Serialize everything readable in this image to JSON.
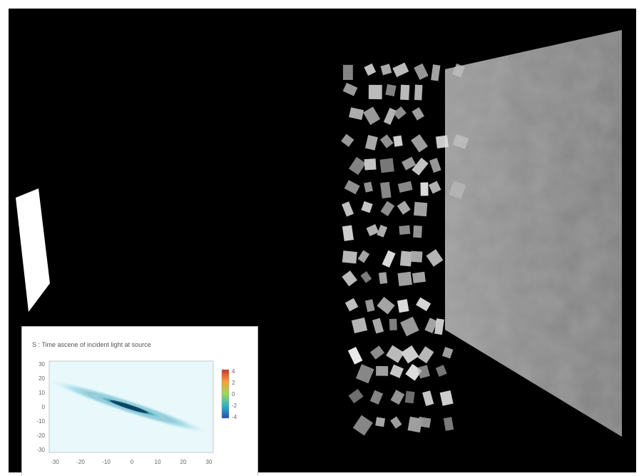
{
  "inset": {
    "title": "S : Time ascene of incident light at source",
    "y_ticks": [
      "30",
      "20",
      "10",
      "0",
      "-10",
      "-20",
      "-30"
    ],
    "x_ticks": [
      "-30",
      "-20",
      "-10",
      "0",
      "10",
      "20",
      "30"
    ],
    "colorbar_ticks": [
      "4",
      "2",
      "0",
      "-2",
      "-4"
    ]
  },
  "colors": {
    "background": "#000000",
    "screen": "#8c8c8c",
    "source_panel": "#ffffff",
    "colormap_low": "#e6f7fb",
    "colormap_mid": "#3fb2c4",
    "colormap_high": "#0a3d5c"
  }
}
